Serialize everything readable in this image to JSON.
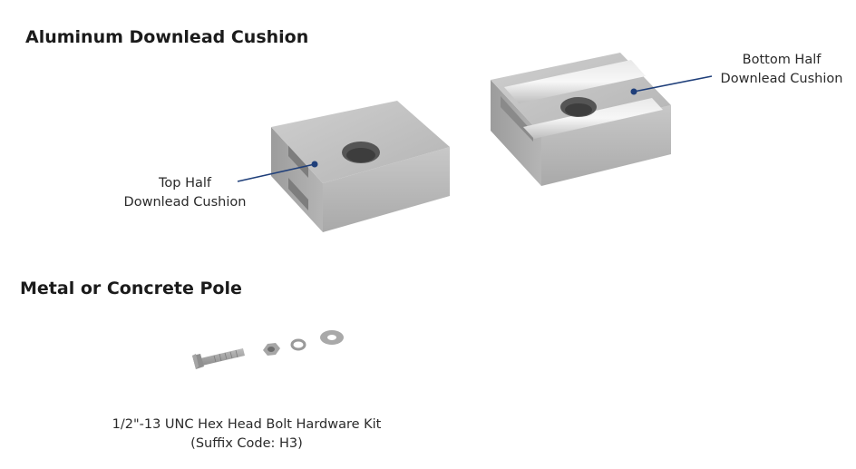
{
  "headings": {
    "cushion": "Aluminum Downlead Cushion",
    "pole": "Metal or Concrete Pole"
  },
  "callouts": {
    "top_half": {
      "line1": "Top Half",
      "line2": "Downlead Cushion"
    },
    "bottom_half": {
      "line1": "Bottom Half",
      "line2": "Downlead Cushion"
    }
  },
  "hardware_kit": {
    "line1": "1/2\"-13 UNC Hex Head Bolt Hardware Kit",
    "line2": "(Suffix Code: H3)"
  },
  "colors": {
    "callout_line": "#1f3f7a",
    "aluminum": "#b9b9b9"
  }
}
